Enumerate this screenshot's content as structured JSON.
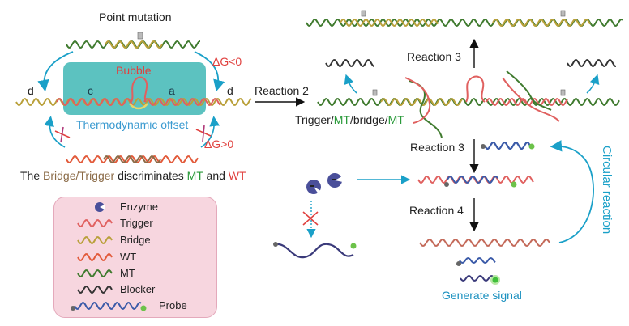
{
  "colors": {
    "bubble_panel": "#5cc2c0",
    "legend_panel": "#f7d6df",
    "trigger": "#e0605f",
    "bridge": "#b9a03a",
    "wt": "#e25a3a",
    "mt": "#3f7a2e",
    "blocker": "#333333",
    "probe": "#3a5aa8",
    "accent_arrow": "#1aa0c8",
    "delta_red": "#e0413f",
    "mt_text": "#2a9a3a",
    "wt_text": "#e0413f",
    "bridge_text": "#8b6b47"
  },
  "left_panel": {
    "point_mutation": "Point mutation",
    "bubble": "Bubble",
    "domain_labels": [
      "d",
      "c",
      "a",
      "d"
    ],
    "dg_negative": "ΔG<0",
    "dg_positive": "ΔG>0",
    "thermodynamic_offset": "Thermodynamic offset",
    "caption": {
      "prefix": "The ",
      "bridge_trigger": "Bridge/Trigger",
      "middle": " discriminates ",
      "mt": "MT",
      "and": " and ",
      "wt": "WT"
    }
  },
  "legend": {
    "items": [
      {
        "label": "Enzyme",
        "icon": "enzyme-icon"
      },
      {
        "label": "Trigger",
        "icon": "trigger-strand-icon"
      },
      {
        "label": "Bridge",
        "icon": "bridge-strand-icon"
      },
      {
        "label": "WT",
        "icon": "wt-strand-icon"
      },
      {
        "label": "MT",
        "icon": "mt-strand-icon"
      },
      {
        "label": "Blocker",
        "icon": "blocker-strand-icon"
      },
      {
        "label": "Probe",
        "icon": "probe-strand-icon"
      }
    ]
  },
  "right_panel": {
    "reaction2": "Reaction 2",
    "reaction3_top": "Reaction 3",
    "reaction3_mid": "Reaction 3",
    "reaction4": "Reaction 4",
    "complex_label": {
      "p1": "Trigger/",
      "mt1": "MT",
      "p2": "/bridge/",
      "mt2": "MT"
    },
    "circular_reaction": "Circular reaction",
    "generate_signal": "Generate signal"
  }
}
